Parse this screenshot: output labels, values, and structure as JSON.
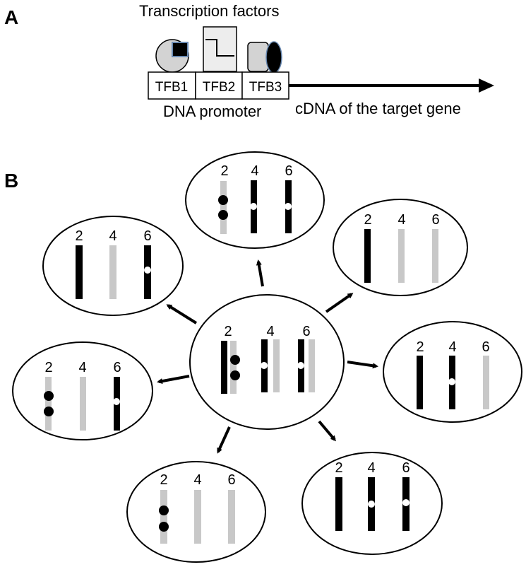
{
  "panel_a": {
    "letter": "A",
    "transcription_factors_label": "Transcription factors",
    "boxes": [
      "TFB1",
      "TFB2",
      "TFB3"
    ],
    "promoter_label": "DNA promoter",
    "cdna_label": "cDNA of the target gene"
  },
  "panel_b": {
    "letter": "B",
    "numbers": [
      "2",
      "4",
      "6"
    ]
  }
}
